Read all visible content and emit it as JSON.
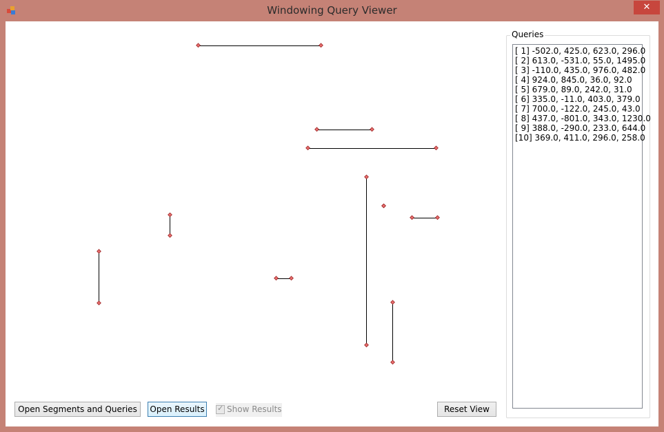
{
  "window": {
    "title": "Windowing Query Viewer",
    "close_glyph": "✕",
    "icon": "app-icon"
  },
  "buttons": {
    "open_segments": "Open Segments and Queries",
    "open_results": "Open Results",
    "reset_view": "Reset View"
  },
  "checkbox": {
    "label": "Show Results",
    "checked": true,
    "enabled": false
  },
  "queries": {
    "title": "Queries",
    "items": [
      "[ 1] -502.0, 425.0, 623.0, 296.0",
      "[ 2] 613.0, -531.0, 55.0, 1495.0",
      "[ 3] -110.0, 435.0, 976.0, 482.0",
      "[ 4] 924.0, 845.0, 36.0, 92.0",
      "[ 5] 679.0, 89.0, 242.0, 31.0",
      "[ 6] 335.0, -11.0, 403.0, 379.0",
      "[ 7] 700.0, -122.0, 245.0, 43.0",
      "[ 8] 437.0, -801.0, 343.0, 1230.0",
      "[ 9] 388.0, -290.0, 233.0, 644.0",
      "[10] 369.0, 411.0, 296.0, 258.0"
    ]
  },
  "colors": {
    "frame": "#c58276",
    "endpoint_fill": "#e87070",
    "endpoint_stroke": "#9b2020",
    "segment": "#000000"
  }
}
